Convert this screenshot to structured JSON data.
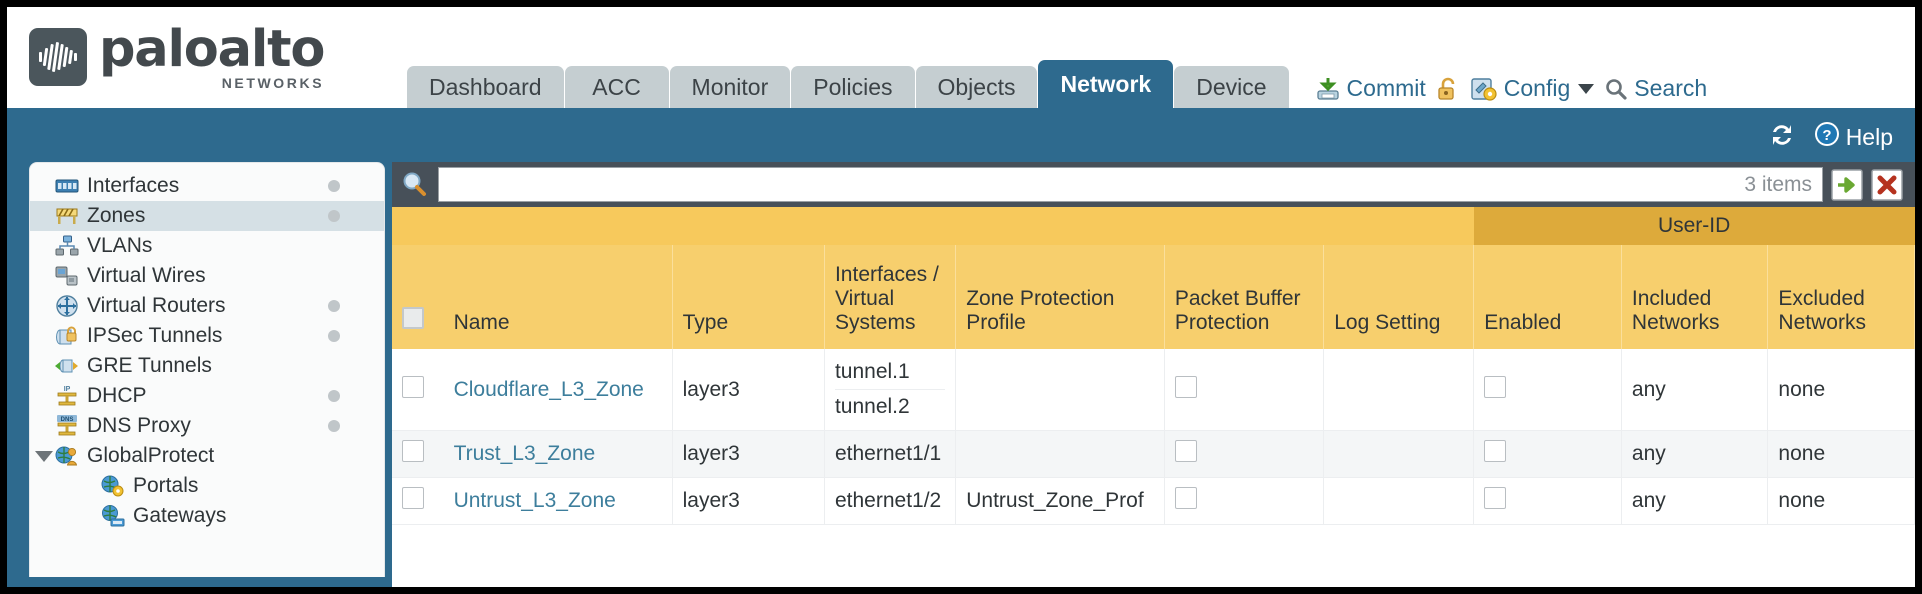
{
  "brand": {
    "name": "paloalto",
    "tagline": "NETWORKS"
  },
  "nav": {
    "tabs": [
      {
        "label": "Dashboard",
        "active": false
      },
      {
        "label": "ACC",
        "active": false
      },
      {
        "label": "Monitor",
        "active": false
      },
      {
        "label": "Policies",
        "active": false
      },
      {
        "label": "Objects",
        "active": false
      },
      {
        "label": "Network",
        "active": true
      },
      {
        "label": "Device",
        "active": false
      }
    ]
  },
  "header_actions": {
    "commit": "Commit",
    "config": "Config",
    "search": "Search"
  },
  "band": {
    "help": "Help"
  },
  "sidebar": {
    "items": [
      {
        "label": "Interfaces",
        "icon": "interfaces-icon",
        "selected": false,
        "dot": true,
        "indent": false,
        "expander": false
      },
      {
        "label": "Zones",
        "icon": "zones-icon",
        "selected": true,
        "dot": true,
        "indent": false,
        "expander": false
      },
      {
        "label": "VLANs",
        "icon": "vlans-icon",
        "selected": false,
        "dot": false,
        "indent": false,
        "expander": false
      },
      {
        "label": "Virtual Wires",
        "icon": "virtual-wires-icon",
        "selected": false,
        "dot": false,
        "indent": false,
        "expander": false
      },
      {
        "label": "Virtual Routers",
        "icon": "virtual-routers-icon",
        "selected": false,
        "dot": true,
        "indent": false,
        "expander": false
      },
      {
        "label": "IPSec Tunnels",
        "icon": "ipsec-tunnels-icon",
        "selected": false,
        "dot": true,
        "indent": false,
        "expander": false
      },
      {
        "label": "GRE Tunnels",
        "icon": "gre-tunnels-icon",
        "selected": false,
        "dot": false,
        "indent": false,
        "expander": false
      },
      {
        "label": "DHCP",
        "icon": "dhcp-icon",
        "selected": false,
        "dot": true,
        "indent": false,
        "expander": false
      },
      {
        "label": "DNS Proxy",
        "icon": "dns-proxy-icon",
        "selected": false,
        "dot": true,
        "indent": false,
        "expander": false
      },
      {
        "label": "GlobalProtect",
        "icon": "globalprotect-icon",
        "selected": false,
        "dot": false,
        "indent": false,
        "expander": true
      },
      {
        "label": "Portals",
        "icon": "portals-icon",
        "selected": false,
        "dot": false,
        "indent": true,
        "expander": false
      },
      {
        "label": "Gateways",
        "icon": "gateways-icon",
        "selected": false,
        "dot": false,
        "indent": true,
        "expander": false
      }
    ]
  },
  "search": {
    "value": "",
    "placeholder": "",
    "item_count": "3 items",
    "apply_icon": "apply-filter-icon",
    "clear_icon": "clear-filter-icon"
  },
  "table": {
    "group_header": "User-ID",
    "columns": [
      "Name",
      "Type",
      "Interfaces / Virtual Systems",
      "Zone Protection Profile",
      "Packet Buffer Protection",
      "Log Setting",
      "Enabled",
      "Included Networks",
      "Excluded Networks"
    ],
    "rows": [
      {
        "name": "Cloudflare_L3_Zone",
        "type": "layer3",
        "interfaces": [
          "tunnel.1",
          "tunnel.2"
        ],
        "zone_protection_profile": "",
        "packet_buffer_protection": false,
        "log_setting": "",
        "userid_enabled": false,
        "included_networks": "any",
        "excluded_networks": "none"
      },
      {
        "name": "Trust_L3_Zone",
        "type": "layer3",
        "interfaces": [
          "ethernet1/1"
        ],
        "zone_protection_profile": "",
        "packet_buffer_protection": false,
        "log_setting": "",
        "userid_enabled": false,
        "included_networks": "any",
        "excluded_networks": "none"
      },
      {
        "name": "Untrust_L3_Zone",
        "type": "layer3",
        "interfaces": [
          "ethernet1/2"
        ],
        "zone_protection_profile": "Untrust_Zone_Prof",
        "packet_buffer_protection": false,
        "log_setting": "",
        "userid_enabled": false,
        "included_networks": "any",
        "excluded_networks": "none"
      }
    ]
  },
  "colors": {
    "brand_blue": "#2e6a8e",
    "header_yellow": "#f7cf6d",
    "group_yellow": "#ddaa3b",
    "link_blue": "#3d7e9c",
    "dark_panel": "#475059"
  }
}
